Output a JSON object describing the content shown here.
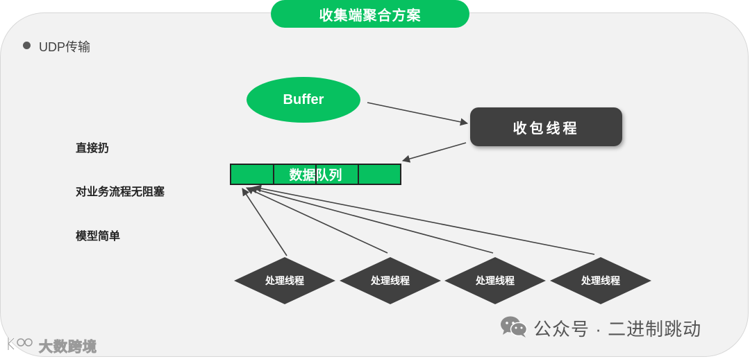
{
  "title": "收集端聚合方案",
  "bullet": "UDP传输",
  "benefits": [
    "直接扔",
    "对业务流程无阻塞",
    "模型简单"
  ],
  "buffer_label": "Buffer",
  "receiver_label": "收包线程",
  "queue_label": "数据队列",
  "workers": [
    {
      "label": "处理线程"
    },
    {
      "label": "处理线程"
    },
    {
      "label": "处理线程"
    },
    {
      "label": "处理线程"
    }
  ],
  "footer": {
    "wechat_text": "公众号 · 二进制跳动",
    "wechat_icon": "wechat-icon",
    "watermark_text": "大数跨境",
    "watermark_icon": "watermark-logo-icon"
  },
  "colors": {
    "accent_green": "#07c160",
    "dark_node": "#404040",
    "panel_bg": "#f2f2f2"
  }
}
